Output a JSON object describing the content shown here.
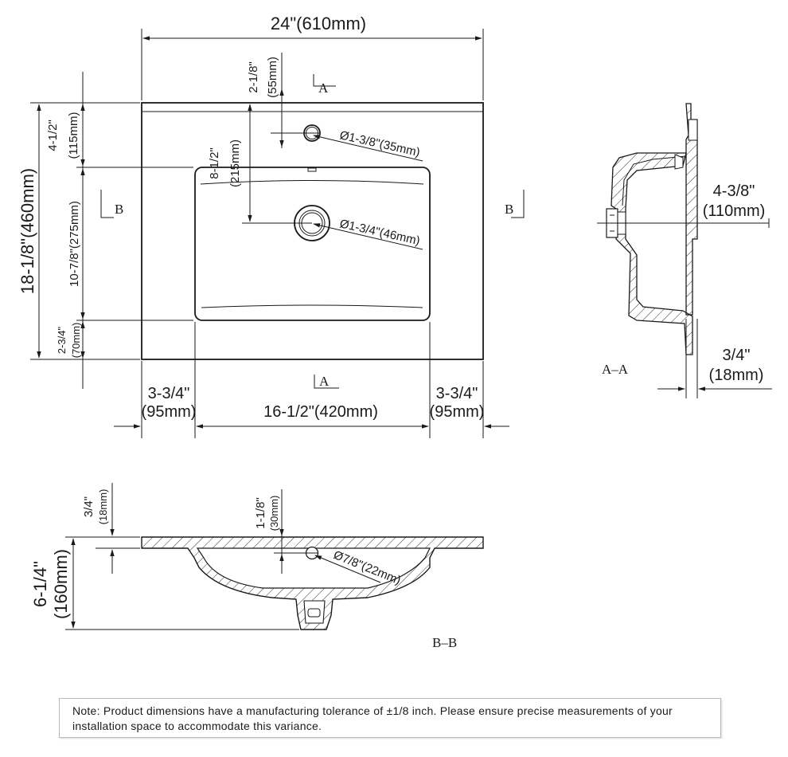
{
  "top_view": {
    "overall_width": "24\"(610mm)",
    "overall_depth": "18-1/8\"(460mm)",
    "back_to_bowl": "4-1/2\"",
    "back_to_bowl_mm": "(115mm)",
    "bowl_depth": "10-7/8\"(275mm)",
    "front_margin": "2-3/4\"",
    "front_margin_mm": "(70mm)",
    "faucet_offset": "2-1/8\"",
    "faucet_offset_mm": "(55mm)",
    "drain_offset": "8-1/2\"",
    "drain_offset_mm": "(215mm)",
    "faucet_hole": "Ø1-3/8\"(35mm)",
    "drain_hole": "Ø1-3/4\"(46mm)",
    "left_margin": "3-3/4\"",
    "left_margin_mm": "(95mm)",
    "bowl_width": "16-1/2\"(420mm)",
    "right_margin": "3-3/4\"",
    "right_margin_mm": "(95mm)",
    "section_a": "A",
    "section_b": "B"
  },
  "section_aa": {
    "label": "A–A",
    "drain_height": "4-3/8\"",
    "drain_height_mm": "(110mm)",
    "rim_thickness": "3/4\"",
    "rim_thickness_mm": "(18mm)"
  },
  "section_bb": {
    "label": "B–B",
    "rim_thickness": "3/4\"",
    "rim_thickness_mm": "(18mm)",
    "overflow_offset": "1-1/8\"",
    "overflow_offset_mm": "(30mm)",
    "overflow_hole": "Ø7/8\"(22mm)",
    "total_height": "6-1/4\"",
    "total_height_mm": "(160mm)"
  },
  "note": "Note: Product dimensions have a manufacturing tolerance of ±1/8 inch. Please ensure precise measurements of your installation space to accommodate this variance."
}
